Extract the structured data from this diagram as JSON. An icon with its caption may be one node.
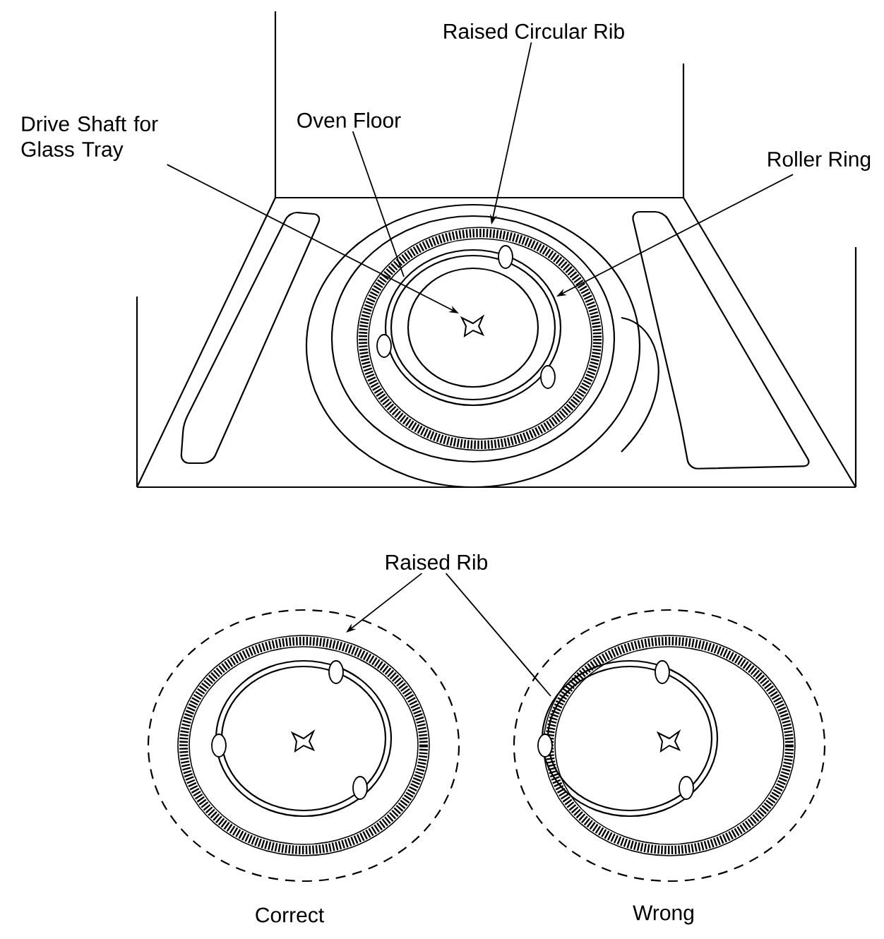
{
  "diagram": {
    "nodes": [
      {
        "text": [
          "Drive Shaft for Glass Tray"
        ]
      },
      {
        "text": [
          "Oven Floor"
        ]
      },
      {
        "text": [
          "Raised Circular Rib"
        ]
      },
      {
        "text": [
          "Roller Ring"
        ]
      },
      {
        "text": [
          "Raised Rib"
        ]
      }
    ],
    "edges": [
      {
        "from": 0,
        "to": null,
        "arrow": "to"
      },
      {
        "from": 1,
        "to": null,
        "arrow": "none"
      },
      {
        "from": 2,
        "to": null,
        "arrow": "to"
      },
      {
        "from": 3,
        "to": null,
        "arrow": "to"
      },
      {
        "from": 4,
        "to": null,
        "arrow": "to"
      },
      {
        "from": 4,
        "to": null,
        "arrow": "none"
      }
    ],
    "labels": [
      "Correct",
      "Wrong"
    ]
  }
}
